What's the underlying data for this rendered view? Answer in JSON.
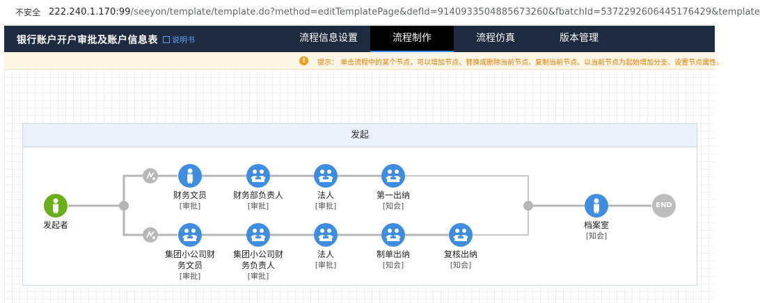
{
  "browser": {
    "insecure_label": "不安全",
    "url_host": "222.240.1.170:99",
    "url_path": "/seeyon/template/template.do?method=editTemplatePage&defId=9140933504885673260&fbatchId=5372292606445176429&template"
  },
  "header": {
    "title": "银行账户开户审批及账户信息表",
    "manual_label": "说明书",
    "tabs": [
      {
        "label": "流程信息设置",
        "active": false
      },
      {
        "label": "流程制作",
        "active": true
      },
      {
        "label": "流程仿真",
        "active": false
      },
      {
        "label": "版本管理",
        "active": false
      }
    ]
  },
  "tip": {
    "text": "提示： 单击流程中的某个节点，可以增加节点、替换或删除当前节点、复制当前节点、以当前节点为起始增加分支、设置节点属性。"
  },
  "flow": {
    "title": "发起",
    "start": {
      "name": "发起者"
    },
    "top_row": [
      {
        "name": "财务文员",
        "type": "[审批]"
      },
      {
        "name": "财务部负责人",
        "type": "[审批]"
      },
      {
        "name": "法人",
        "type": "[审批]"
      },
      {
        "name": "第一出纳",
        "type": "[知会]"
      }
    ],
    "bottom_row": [
      {
        "name": "集团小公司财务文员",
        "type": "[审批]"
      },
      {
        "name": "集团小公司财务负责人",
        "type": "[审批]"
      },
      {
        "name": "法人",
        "type": "[审批]"
      },
      {
        "name": "制单出纳",
        "type": "[知会]"
      },
      {
        "name": "复核出纳",
        "type": "[知会]"
      }
    ],
    "archive": {
      "name": "档案室",
      "type": "[知会]"
    },
    "end_label": "END"
  },
  "colors": {
    "header_bg": "#1e2a3f",
    "node_blue": "#3f8de0",
    "node_green": "#6aae1a",
    "tip_text": "#e07b00"
  }
}
